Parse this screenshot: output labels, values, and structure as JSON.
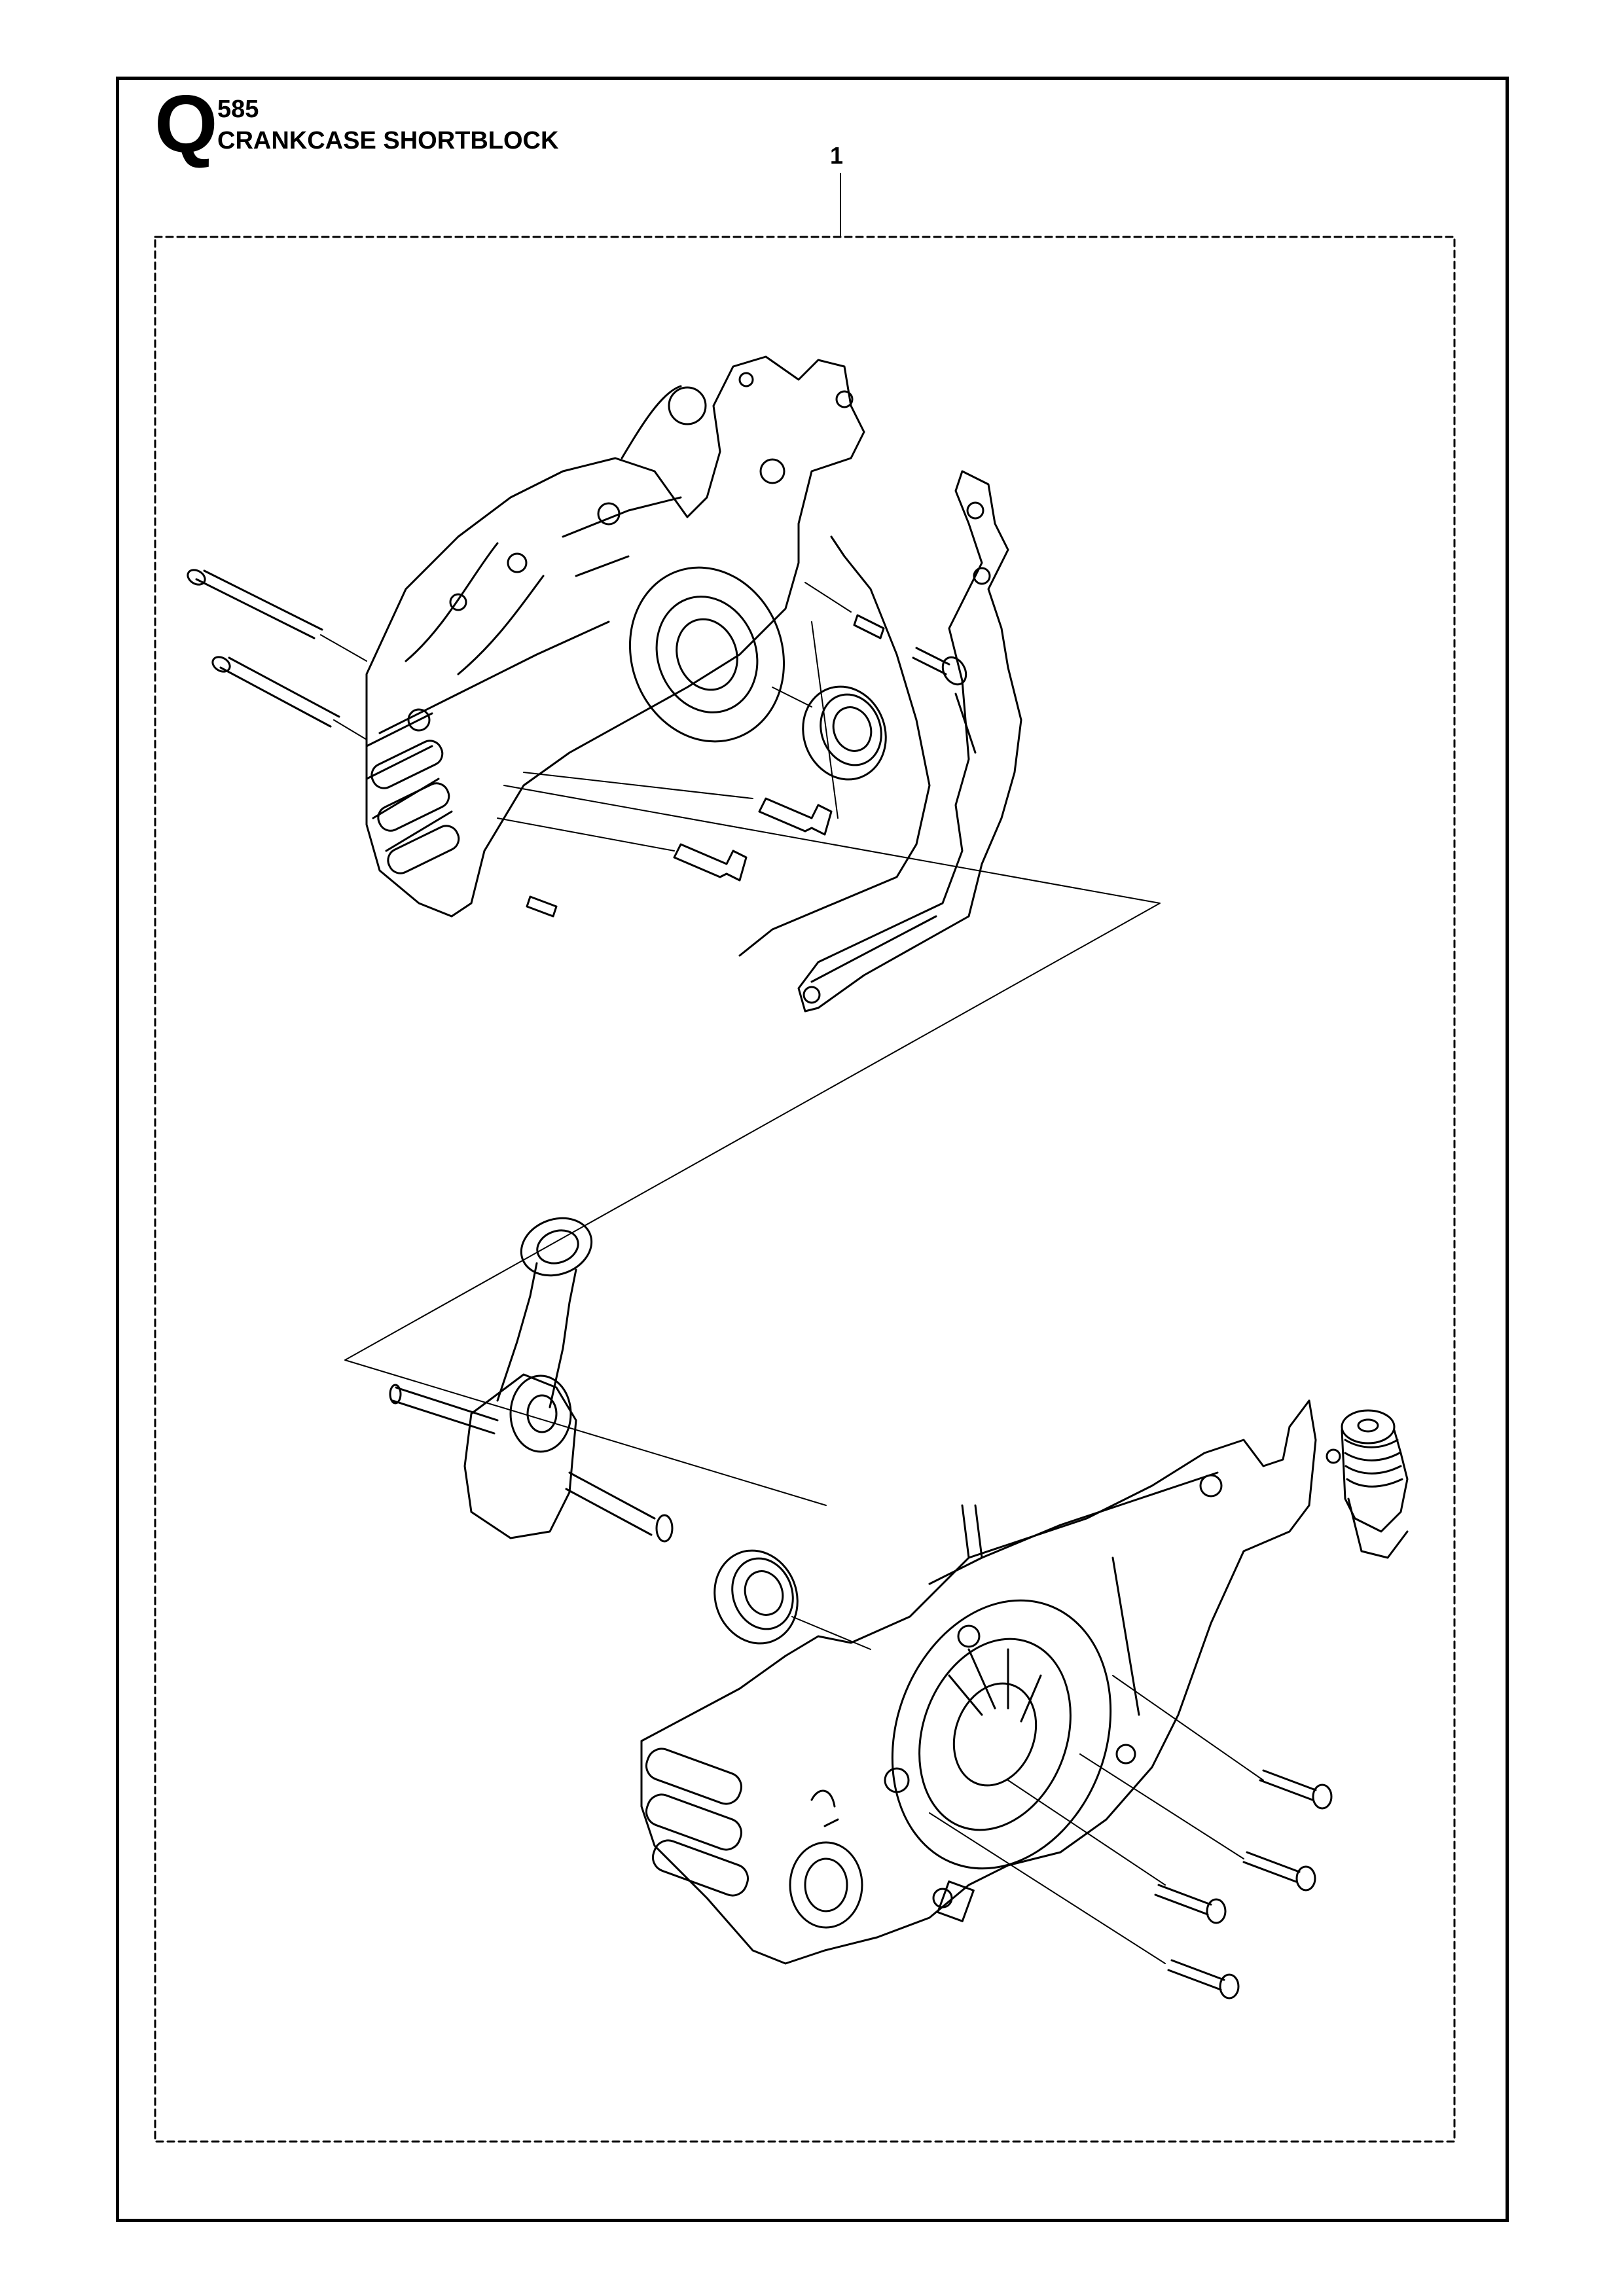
{
  "header": {
    "section_letter": "Q",
    "model_number": "585",
    "title": "CRANKCASE SHORTBLOCK"
  },
  "callouts": [
    {
      "label": "1"
    }
  ],
  "icons": {
    "upper_assembly": "crankcase-half-clutch-side-icon",
    "lower_assembly": "crankcase-half-flywheel-side-icon",
    "crankshaft": "crankshaft-connecting-rod-icon",
    "bearing": "ball-bearing-icon",
    "gasket": "crankcase-gasket-icon",
    "screws": "screw-icon",
    "oil_pump": "oil-pump-icon"
  }
}
